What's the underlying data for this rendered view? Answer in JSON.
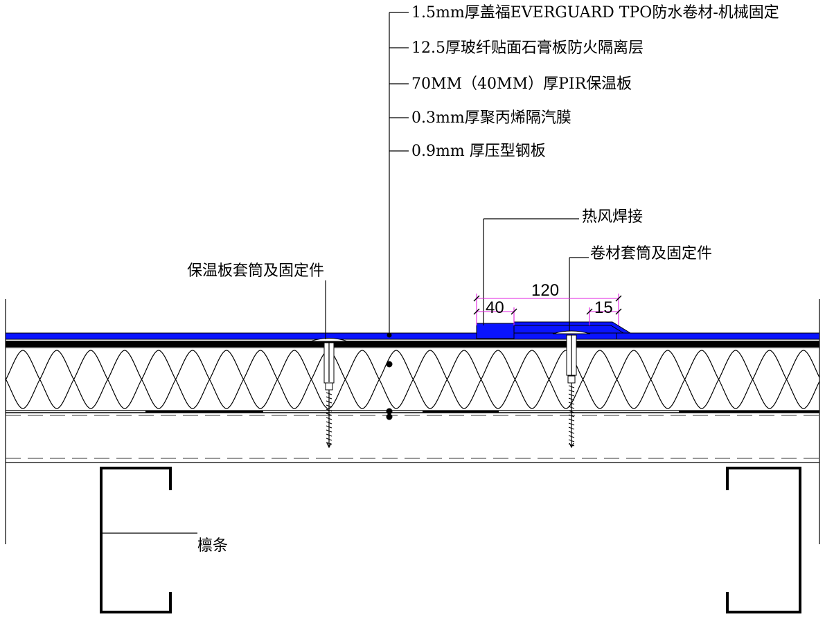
{
  "layer_callouts": [
    "1.5mm厚盖福EVERGUARD TPO防水卷材-机械固定",
    "12.5厚玻纤贴面石膏板防火隔离层",
    "70MM（40MM）厚PIR保温板",
    "0.3mm厚聚丙烯隔汽膜",
    "0.9mm 厚压型钢板"
  ],
  "callouts": {
    "hot_air_weld": "热风焊接",
    "membrane_fastener": "卷材套筒及固定件",
    "insulation_fastener": "保温板套筒及固定件",
    "purlin": "檩条"
  },
  "dimensions": {
    "overlap": "120",
    "weld_width": "40",
    "edge_distance": "15"
  },
  "colors": {
    "membrane": "#0a14ff",
    "dimension": "#e020e0",
    "line": "#000000"
  }
}
